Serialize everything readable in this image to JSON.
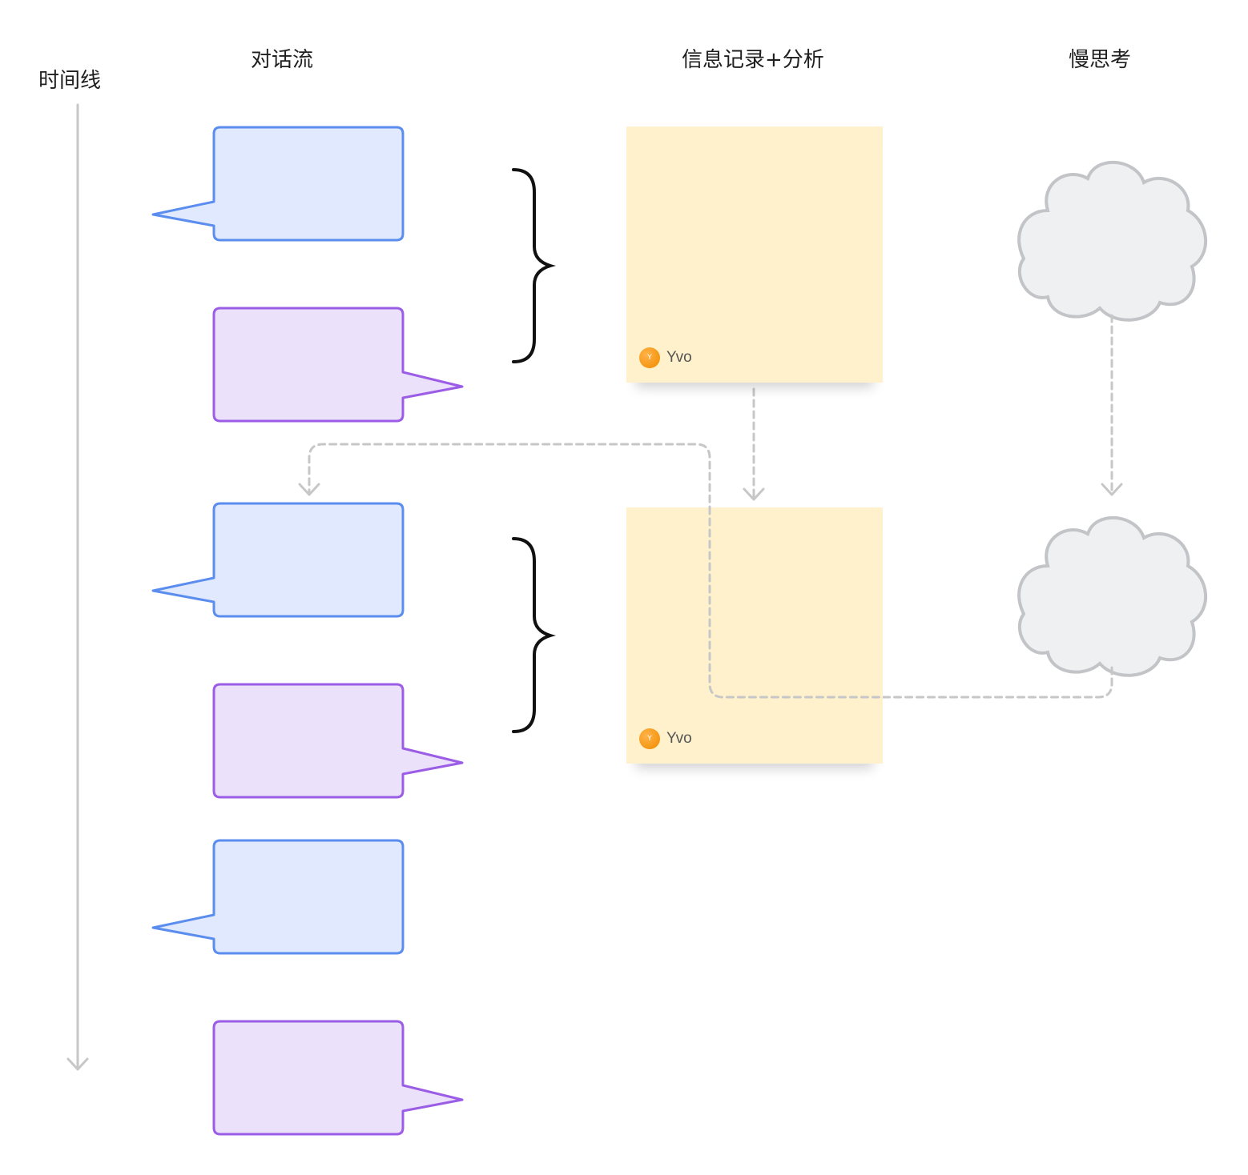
{
  "labels": {
    "timeline": "时间线",
    "dialogue_flow": "对话流",
    "info_record": "信息记录+分析",
    "slow_thinking": "慢思考"
  },
  "sticky_notes": [
    {
      "author_initial": "Y",
      "author_name": "Yvo"
    },
    {
      "author_initial": "Y",
      "author_name": "Yvo"
    }
  ],
  "colors": {
    "user_bubble_fill": "#e0e9fd",
    "user_bubble_stroke": "#5b8def",
    "ai_bubble_fill": "#ebe1fb",
    "ai_bubble_stroke": "#9b5de5",
    "sticky_fill": "#fff1cc",
    "cloud_fill": "#eff0f2",
    "cloud_stroke": "#c2c4c8",
    "connector": "#c7c7c7",
    "timeline_arrow": "#c7c7c7",
    "brace": "#111111"
  },
  "icons": {
    "speech_bubble_left": "speech-bubble-left-icon",
    "speech_bubble_right": "speech-bubble-right-icon",
    "thought_cloud": "cloud-icon",
    "brace": "curly-brace-icon"
  }
}
